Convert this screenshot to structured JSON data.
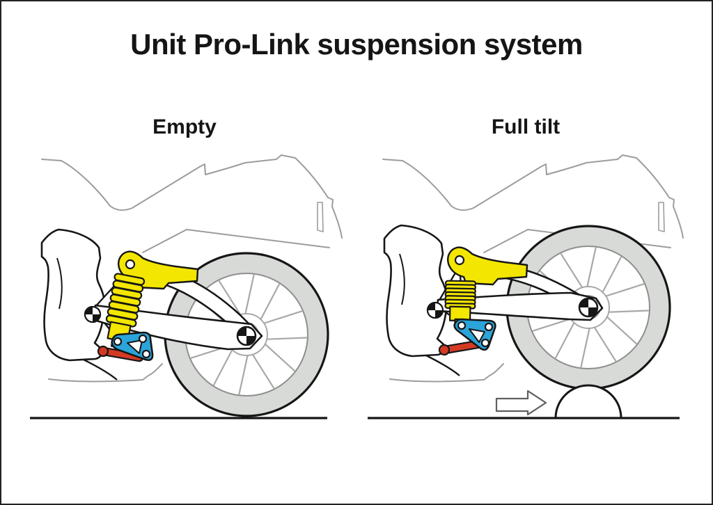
{
  "title": "Unit Pro-Link suspension system",
  "panels": [
    {
      "id": "empty",
      "label": "Empty"
    },
    {
      "id": "full-tilt",
      "label": "Full tilt"
    }
  ],
  "colors": {
    "shock_spring_yellow": "#f3e600",
    "rocker_link_blue": "#2aa4d9",
    "tie_rod_red": "#d43a23",
    "tire_gray": "#d8dad7",
    "line_black": "#161616",
    "body_outline_gray": "#9c9c9c",
    "arrow_outline_gray": "#5f5f5f",
    "background": "#ffffff"
  },
  "icons": {
    "pivot_marker": "quartered-circle-marker",
    "axle_marker": "quartered-circle-marker",
    "direction_arrow": "right-arrow"
  }
}
